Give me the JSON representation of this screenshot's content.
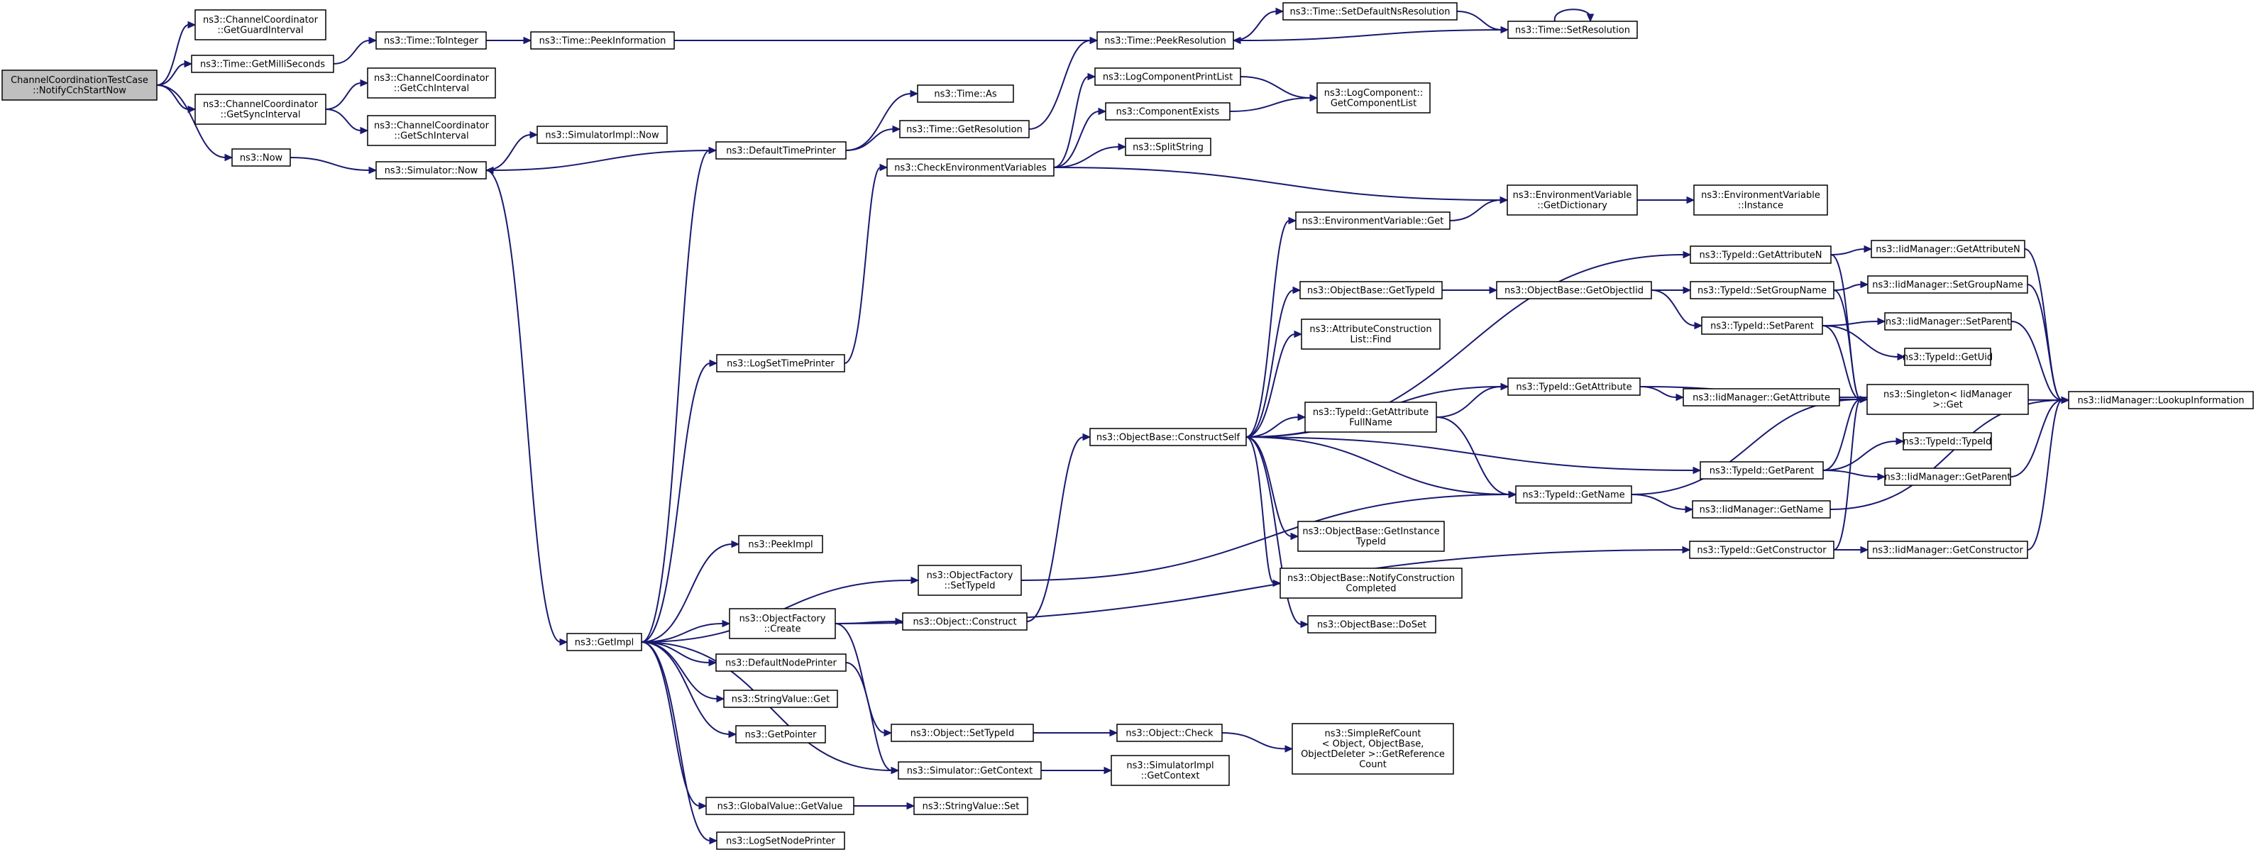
{
  "diagram": {
    "root_fill": "#bfbfbf",
    "node_fill": "#ffffff",
    "edge_color": "#191970",
    "nodes": [
      {
        "id": "root",
        "lines": [
          "ChannelCoordinationTestCase",
          "::NotifyCchStartNow"
        ],
        "root": true
      },
      {
        "id": "getGuard",
        "lines": [
          "ns3::ChannelCoordinator",
          "::GetGuardInterval"
        ]
      },
      {
        "id": "getMilli",
        "lines": [
          "ns3::Time::GetMilliSeconds"
        ]
      },
      {
        "id": "getSync",
        "lines": [
          "ns3::ChannelCoordinator",
          "::GetSyncInterval"
        ]
      },
      {
        "id": "now",
        "lines": [
          "ns3::Now"
        ]
      },
      {
        "id": "toInteger",
        "lines": [
          "ns3::Time::ToInteger"
        ]
      },
      {
        "id": "getCch",
        "lines": [
          "ns3::ChannelCoordinator",
          "::GetCchInterval"
        ]
      },
      {
        "id": "getSch",
        "lines": [
          "ns3::ChannelCoordinator",
          "::GetSchInterval"
        ]
      },
      {
        "id": "simNow",
        "lines": [
          "ns3::Simulator::Now"
        ]
      },
      {
        "id": "simImplNow",
        "lines": [
          "ns3::SimulatorImpl::Now"
        ]
      },
      {
        "id": "peekInfo",
        "lines": [
          "ns3::Time::PeekInformation"
        ]
      },
      {
        "id": "defTimePrinter",
        "lines": [
          "ns3::DefaultTimePrinter"
        ]
      },
      {
        "id": "timeAs",
        "lines": [
          "ns3::Time::As"
        ]
      },
      {
        "id": "getRes",
        "lines": [
          "ns3::Time::GetResolution"
        ]
      },
      {
        "id": "peekRes",
        "lines": [
          "ns3::Time::PeekResolution"
        ]
      },
      {
        "id": "setDefNs",
        "lines": [
          "ns3::Time::SetDefaultNsResolution"
        ]
      },
      {
        "id": "setRes",
        "lines": [
          "ns3::Time::SetResolution"
        ]
      },
      {
        "id": "logCompPrint",
        "lines": [
          "ns3::LogComponentPrintList"
        ]
      },
      {
        "id": "getCompList",
        "lines": [
          "ns3::LogComponent::",
          "GetComponentList"
        ]
      },
      {
        "id": "compExists",
        "lines": [
          "ns3::ComponentExists"
        ]
      },
      {
        "id": "splitString",
        "lines": [
          "ns3::SplitString"
        ]
      },
      {
        "id": "checkEnv",
        "lines": [
          "ns3::CheckEnvironmentVariables"
        ]
      },
      {
        "id": "envGetDict",
        "lines": [
          "ns3::EnvironmentVariable",
          "::GetDictionary"
        ]
      },
      {
        "id": "envInstance",
        "lines": [
          "ns3::EnvironmentVariable",
          "::Instance"
        ]
      },
      {
        "id": "envGet",
        "lines": [
          "ns3::EnvironmentVariable::Get"
        ]
      },
      {
        "id": "logSetTime",
        "lines": [
          "ns3::LogSetTimePrinter"
        ]
      },
      {
        "id": "getImpl",
        "lines": [
          "ns3::GetImpl"
        ]
      },
      {
        "id": "peekImpl",
        "lines": [
          "ns3::PeekImpl"
        ]
      },
      {
        "id": "ofSetTypeId",
        "lines": [
          "ns3::ObjectFactory",
          "::SetTypeId"
        ]
      },
      {
        "id": "ofCreate",
        "lines": [
          "ns3::ObjectFactory",
          "::Create"
        ]
      },
      {
        "id": "defNodePrinter",
        "lines": [
          "ns3::DefaultNodePrinter"
        ]
      },
      {
        "id": "svGet",
        "lines": [
          "ns3::StringValue::Get"
        ]
      },
      {
        "id": "getPointer",
        "lines": [
          "ns3::GetPointer"
        ]
      },
      {
        "id": "simGetContext",
        "lines": [
          "ns3::Simulator::GetContext"
        ]
      },
      {
        "id": "gvGetValue",
        "lines": [
          "ns3::GlobalValue::GetValue"
        ]
      },
      {
        "id": "logSetNode",
        "lines": [
          "ns3::LogSetNodePrinter"
        ]
      },
      {
        "id": "objConstruct",
        "lines": [
          "ns3::Object::Construct"
        ]
      },
      {
        "id": "objSetTypeId",
        "lines": [
          "ns3::Object::SetTypeId"
        ]
      },
      {
        "id": "svSet",
        "lines": [
          "ns3::StringValue::Set"
        ]
      },
      {
        "id": "objCheck",
        "lines": [
          "ns3::Object::Check"
        ]
      },
      {
        "id": "simImplGetCtx",
        "lines": [
          "ns3::SimulatorImpl",
          "::GetContext"
        ]
      },
      {
        "id": "simpleRef",
        "lines": [
          "ns3::SimpleRefCount",
          "< Object, ObjectBase,",
          " ObjectDeleter >::GetReference",
          "Count"
        ]
      },
      {
        "id": "obConstructSelf",
        "lines": [
          "ns3::ObjectBase::ConstructSelf"
        ]
      },
      {
        "id": "obGetTypeId",
        "lines": [
          "ns3::ObjectBase::GetTypeId"
        ]
      },
      {
        "id": "attrConstFind",
        "lines": [
          "ns3::AttributeConstruction",
          "List::Find"
        ]
      },
      {
        "id": "tidGetAttrFull",
        "lines": [
          "ns3::TypeId::GetAttribute",
          "FullName"
        ]
      },
      {
        "id": "obGetInstTid",
        "lines": [
          "ns3::ObjectBase::GetInstance",
          "TypeId"
        ]
      },
      {
        "id": "obNotifyConst",
        "lines": [
          "ns3::ObjectBase::NotifyConstruction",
          "Completed"
        ]
      },
      {
        "id": "obDoSet",
        "lines": [
          "ns3::ObjectBase::DoSet"
        ]
      },
      {
        "id": "obGetObjectIid",
        "lines": [
          "ns3::ObjectBase::GetObjectIid"
        ]
      },
      {
        "id": "tidGetAttr",
        "lines": [
          "ns3::TypeId::GetAttribute"
        ]
      },
      {
        "id": "tidGetName",
        "lines": [
          "ns3::TypeId::GetName"
        ]
      },
      {
        "id": "tidGetAttrN",
        "lines": [
          "ns3::TypeId::GetAttributeN"
        ]
      },
      {
        "id": "tidSetGroup",
        "lines": [
          "ns3::TypeId::SetGroupName"
        ]
      },
      {
        "id": "tidSetParent",
        "lines": [
          "ns3::TypeId::SetParent"
        ]
      },
      {
        "id": "iidGetAttribute",
        "lines": [
          "ns3::IidManager::GetAttribute"
        ]
      },
      {
        "id": "tidGetParent",
        "lines": [
          "ns3::TypeId::GetParent"
        ]
      },
      {
        "id": "iidGetName",
        "lines": [
          "ns3::IidManager::GetName"
        ]
      },
      {
        "id": "tidGetCtor",
        "lines": [
          "ns3::TypeId::GetConstructor"
        ]
      },
      {
        "id": "iidGetAttrN",
        "lines": [
          "ns3::IidManager::GetAttributeN"
        ]
      },
      {
        "id": "iidSetGroup",
        "lines": [
          "ns3::IidManager::SetGroupName"
        ]
      },
      {
        "id": "iidSetParent",
        "lines": [
          "ns3::IidManager::SetParent"
        ]
      },
      {
        "id": "tidGetUid",
        "lines": [
          "ns3::TypeId::GetUid"
        ]
      },
      {
        "id": "singletonGet",
        "lines": [
          "ns3::Singleton< IidManager",
          " >::Get"
        ]
      },
      {
        "id": "tidTypeId",
        "lines": [
          "ns3::TypeId::TypeId"
        ]
      },
      {
        "id": "iidGetParent",
        "lines": [
          "ns3::IidManager::GetParent"
        ]
      },
      {
        "id": "iidGetCtor",
        "lines": [
          "ns3::IidManager::GetConstructor"
        ]
      },
      {
        "id": "iidLookup",
        "lines": [
          "ns3::IidManager::LookupInformation"
        ]
      }
    ]
  }
}
